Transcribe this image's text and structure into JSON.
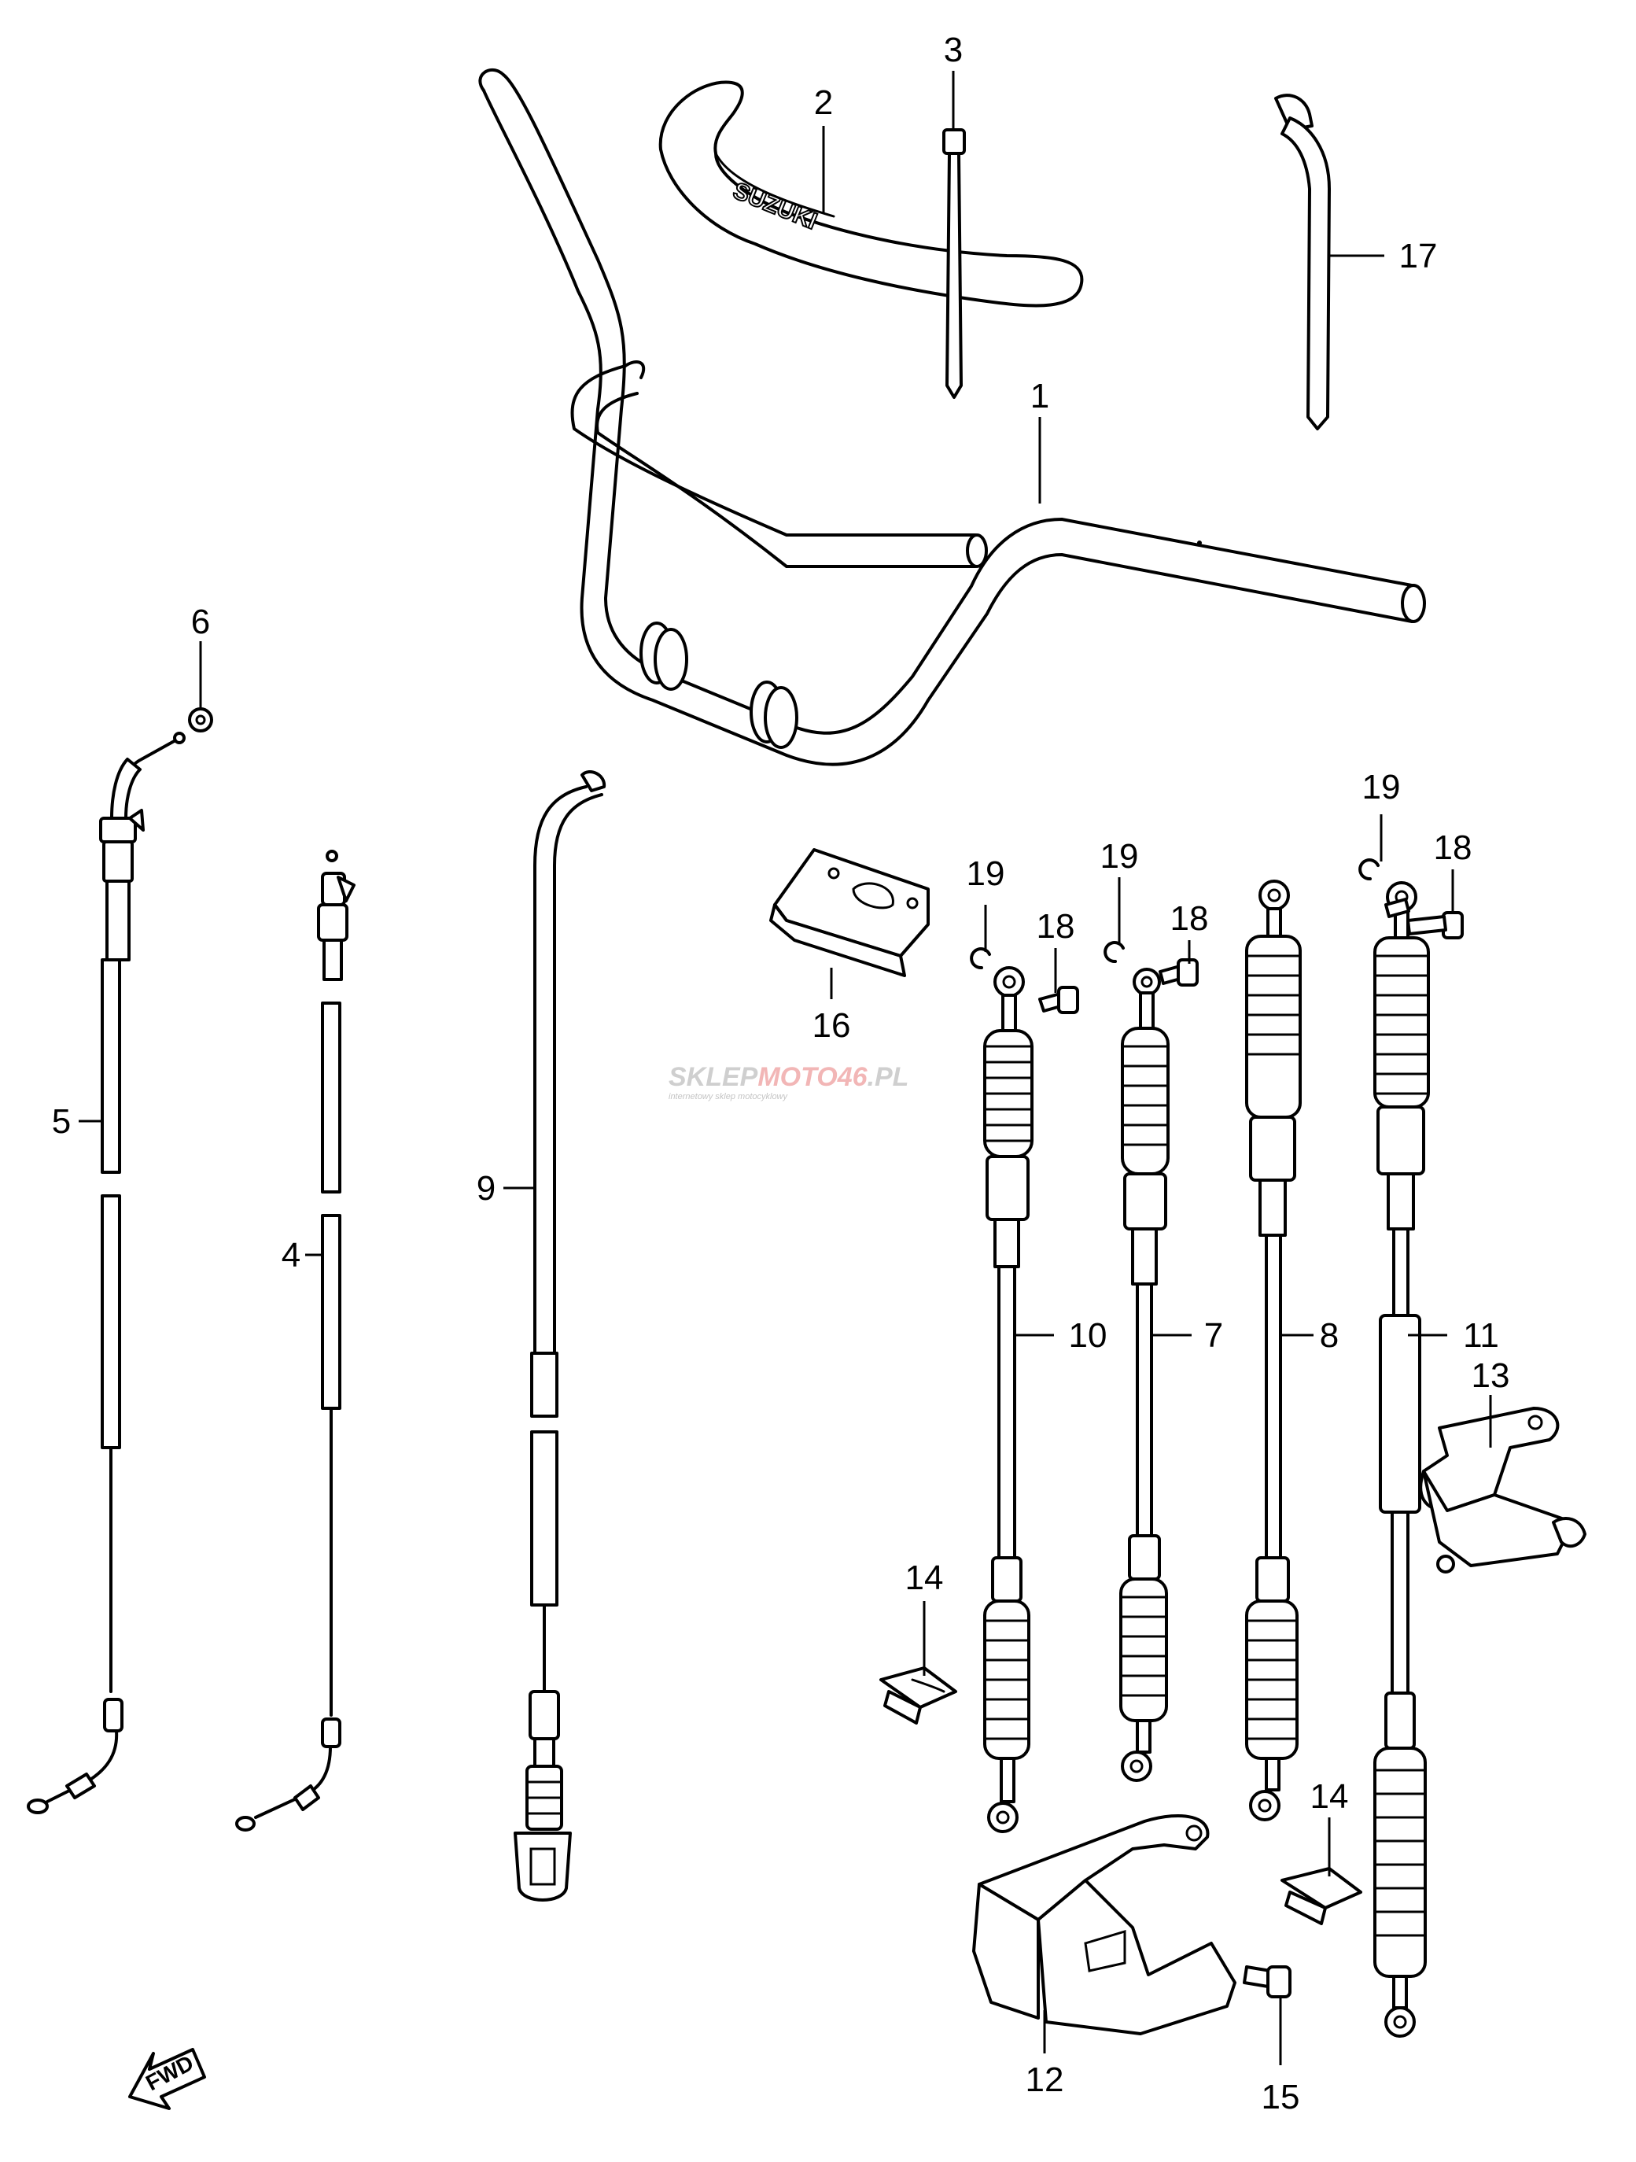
{
  "callouts": [
    {
      "id": "1",
      "label": "1"
    },
    {
      "id": "2",
      "label": "2"
    },
    {
      "id": "3",
      "label": "3"
    },
    {
      "id": "4",
      "label": "4"
    },
    {
      "id": "5",
      "label": "5"
    },
    {
      "id": "6",
      "label": "6"
    },
    {
      "id": "7",
      "label": "7"
    },
    {
      "id": "8",
      "label": "8"
    },
    {
      "id": "9",
      "label": "9"
    },
    {
      "id": "10",
      "label": "10"
    },
    {
      "id": "11",
      "label": "11"
    },
    {
      "id": "12",
      "label": "12"
    },
    {
      "id": "13",
      "label": "13"
    },
    {
      "id": "14a",
      "label": "14"
    },
    {
      "id": "14b",
      "label": "14"
    },
    {
      "id": "15",
      "label": "15"
    },
    {
      "id": "16",
      "label": "16"
    },
    {
      "id": "17",
      "label": "17"
    },
    {
      "id": "18a",
      "label": "18"
    },
    {
      "id": "18b",
      "label": "18"
    },
    {
      "id": "18c",
      "label": "18"
    },
    {
      "id": "19a",
      "label": "19"
    },
    {
      "id": "19b",
      "label": "19"
    },
    {
      "id": "19c",
      "label": "19"
    }
  ],
  "handlebar_pad_logo": "SUZUKI",
  "direction_arrow": "FWD",
  "watermark": {
    "brand_part1": "SKLEP",
    "brand_part2": "MOTO46",
    "brand_part3": ".PL",
    "tagline": "internetowy sklep motocyklowy"
  }
}
